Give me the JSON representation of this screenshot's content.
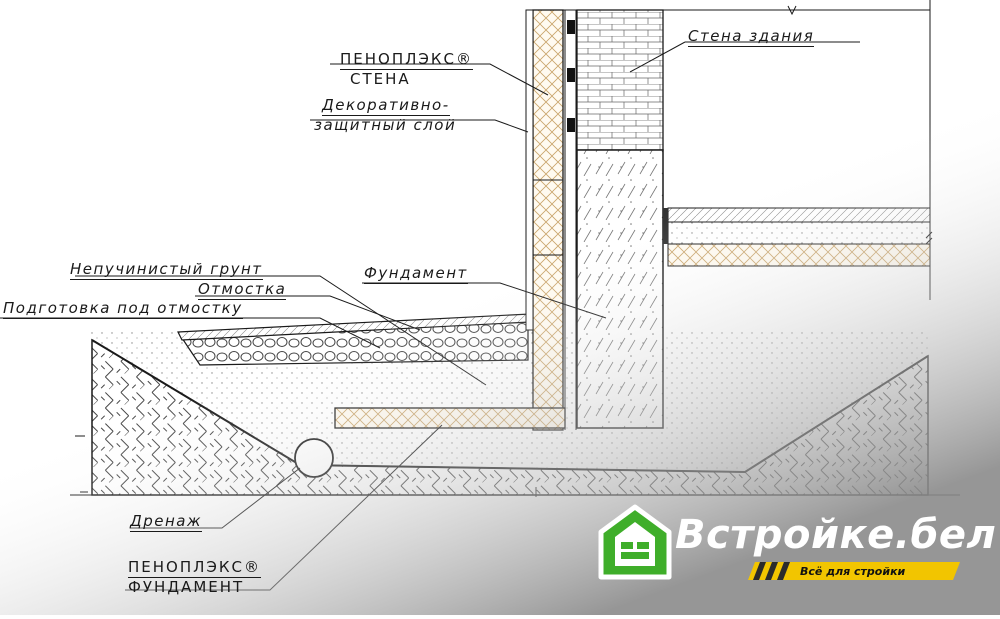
{
  "labels": {
    "penoplex_wall_1": "ПЕНОПЛЭКС®",
    "penoplex_wall_2": "СТЕНА",
    "decor_1": "Декоративно-",
    "decor_2": "защитный слой",
    "building_wall": "Стена здания",
    "soil": "Непучинистый грунт",
    "blind_area": "Отмостка",
    "blind_area_prep": "Подготовка под отмостку",
    "foundation": "Фундамент",
    "drainage": "Дренаж",
    "penoplex_found_1": "ПЕНОПЛЭКС®",
    "penoplex_found_2": "ФУНДАМЕНТ"
  },
  "brand": {
    "name": "Встройке.бел",
    "tagline": "Всё для стройки"
  },
  "colors": {
    "insulation": "#f6e7b8",
    "insulation_hatch": "#c9a46a",
    "line": "#1a1a1a",
    "brand_green": "#3fae2a",
    "brand_yellow": "#f2c500",
    "brand_dark": "#2b2b2b"
  }
}
